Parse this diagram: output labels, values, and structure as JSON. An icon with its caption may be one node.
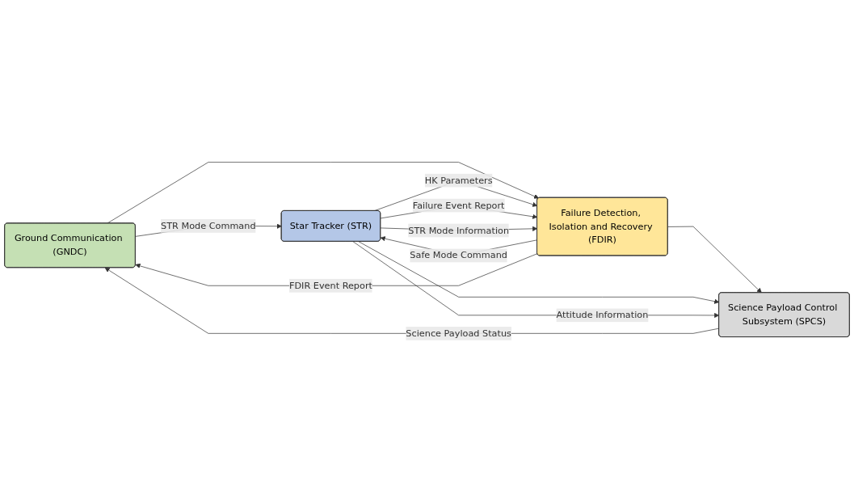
{
  "diagram": {
    "nodes": [
      {
        "text": [
          "Ground Communication (GNDC)"
        ]
      },
      {
        "text": [
          "Science Payload Control Subsystem (SPCS)"
        ]
      },
      {
        "text": [
          "Failure Detection, Isolation and Recovery (FDIR)"
        ]
      },
      {
        "text": [
          "Star Tracker (STR)"
        ]
      }
    ],
    "edges": [
      {
        "from": 0,
        "to": 3,
        "label": "STR Mode Command",
        "arrow": "to"
      },
      {
        "from": 0,
        "to": 2,
        "arrow": "to"
      },
      {
        "from": 2,
        "to": 3,
        "label": "Safe Mode Command",
        "arrow": "to"
      },
      {
        "from": 2,
        "to": 0,
        "label": "FDIR Event Report",
        "arrow": "to"
      },
      {
        "from": 2,
        "to": 1,
        "arrow": "to"
      },
      {
        "from": 3,
        "to": 2,
        "label": "HK Parameters",
        "arrow": "to"
      },
      {
        "from": 3,
        "to": 2,
        "label": "Failure Event Report",
        "arrow": "to"
      },
      {
        "from": 1,
        "to": 0,
        "label": "Science Payload Status",
        "arrow": "to"
      },
      {
        "from": 3,
        "to": 2,
        "label": "STR Mode Information",
        "arrow": "to"
      },
      {
        "from": 3,
        "to": 1,
        "arrow": "to"
      },
      {
        "from": 3,
        "to": 1,
        "label": "Attitude Information",
        "arrow": "to"
      }
    ]
  }
}
